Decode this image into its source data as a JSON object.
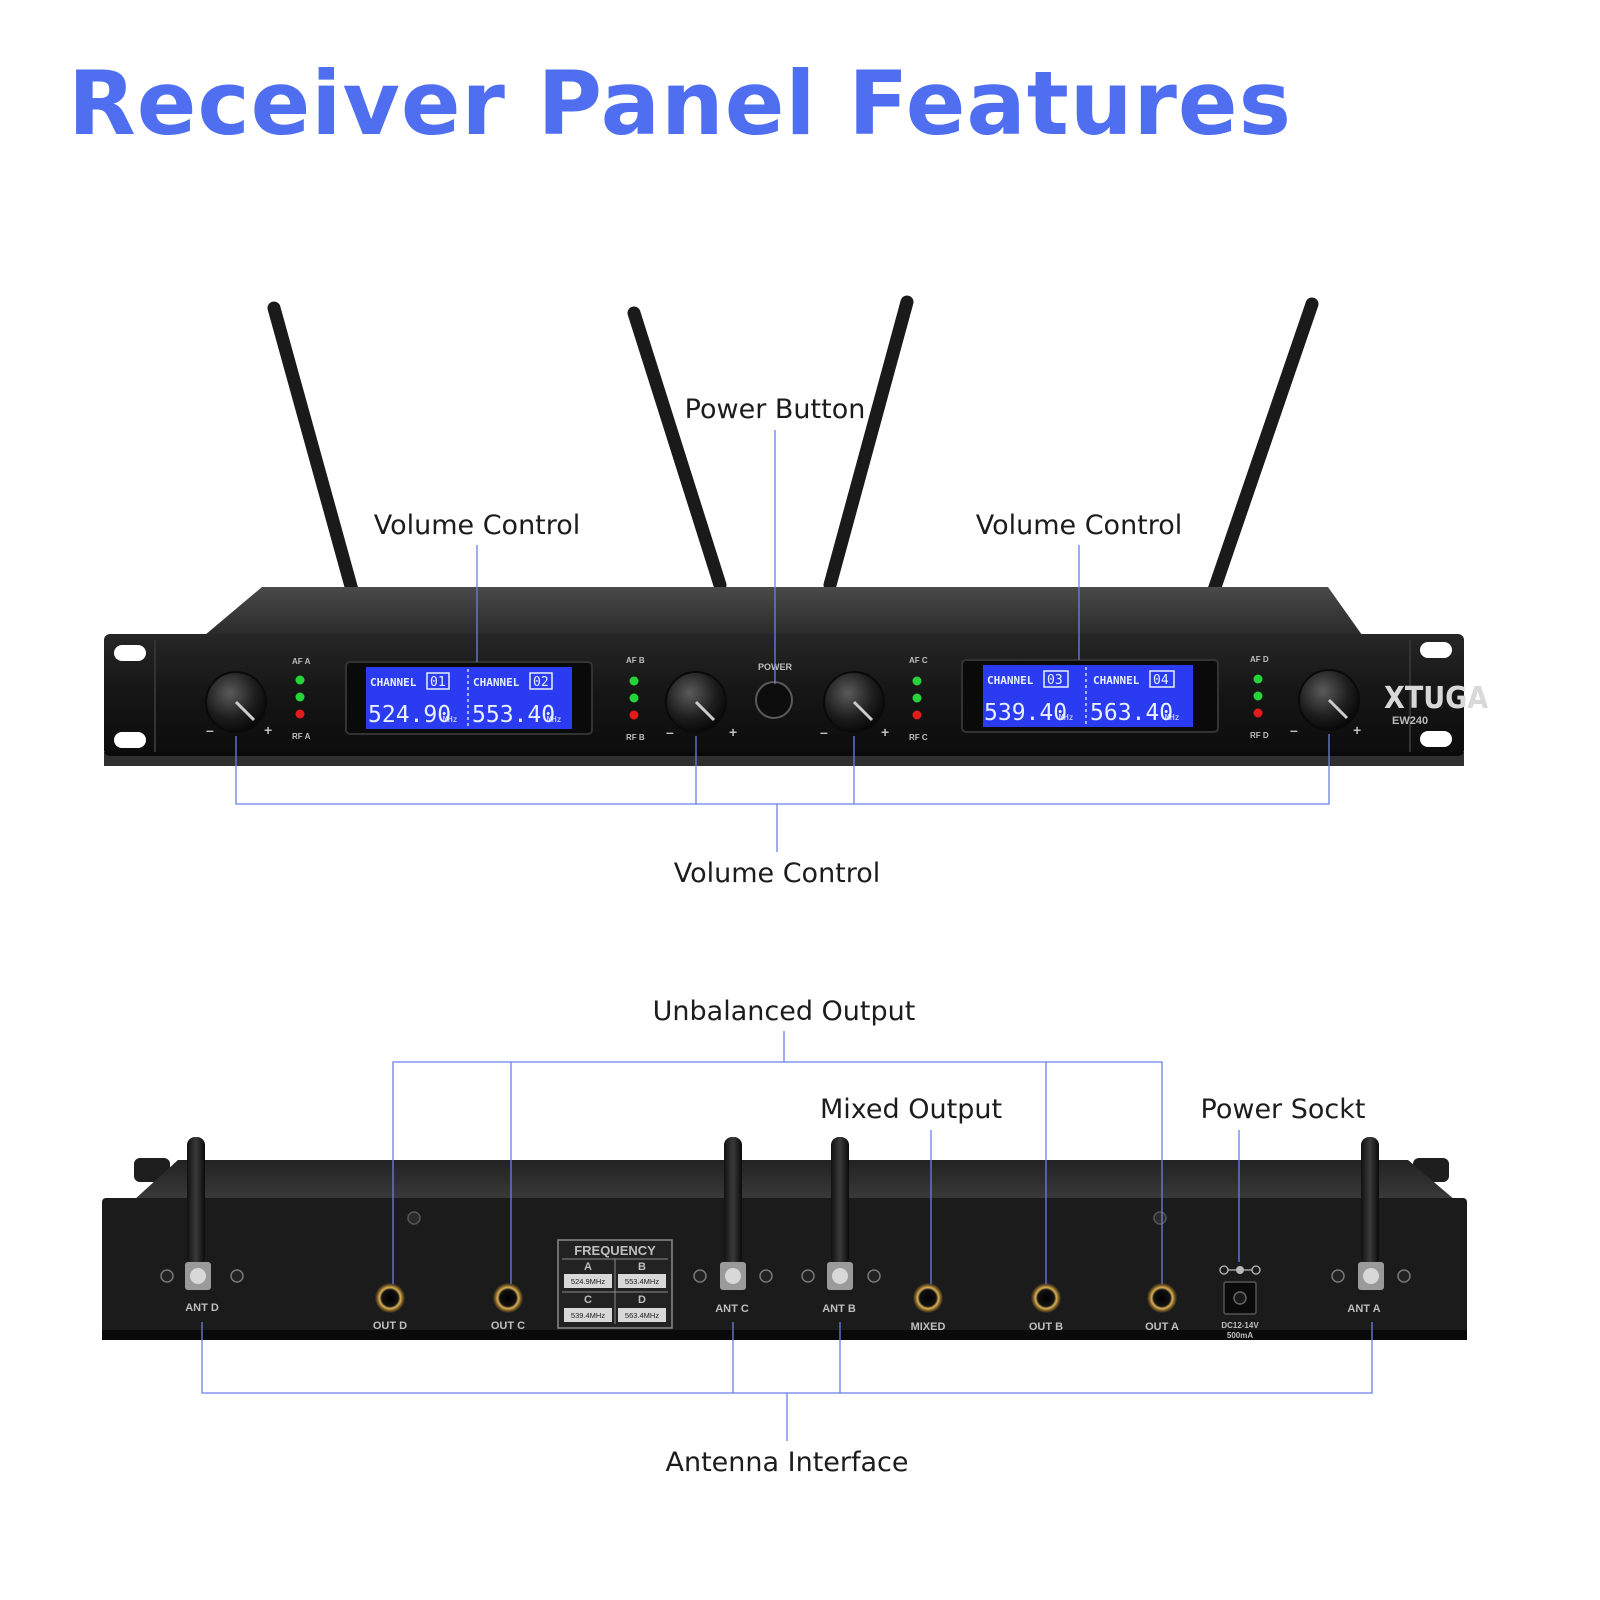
{
  "title": "Receiver Panel Features",
  "front_callouts": {
    "power_button": "Power Button",
    "volume_control_left": "Volume Control",
    "volume_control_right": "Volume Control",
    "volume_control_bottom": "Volume Control"
  },
  "rear_callouts": {
    "unbalanced_output": "Unbalanced Output",
    "mixed_output": "Mixed Output",
    "power_socket": "Power Sockt",
    "antenna_interface": "Antenna Interface"
  },
  "front_panel": {
    "brand": "XTUGA",
    "model": "EW240",
    "power_label": "POWER",
    "af_labels": [
      "AF A",
      "AF B",
      "AF C",
      "AF D"
    ],
    "rf_labels": [
      "RF A",
      "RF B",
      "RF C",
      "RF D"
    ],
    "channel_word": "CHANNEL",
    "channels": [
      {
        "num": "01",
        "freq": "524.90",
        "unit": "MHz"
      },
      {
        "num": "02",
        "freq": "553.40",
        "unit": "MHz"
      },
      {
        "num": "03",
        "freq": "539.40",
        "unit": "MHz"
      },
      {
        "num": "04",
        "freq": "563.40",
        "unit": "MHz"
      }
    ],
    "knob_minus": "–",
    "knob_plus": "+"
  },
  "rear_panel": {
    "frequency_table": {
      "title": "FREQUENCY",
      "headers": [
        "A",
        "B",
        "C",
        "D"
      ],
      "values": [
        "524.9MHz",
        "553.4MHz",
        "539.4MHz",
        "563.4MHz"
      ]
    },
    "port_labels": {
      "ant_d": "ANT D",
      "out_d": "OUT D",
      "out_c": "OUT C",
      "ant_c": "ANT C",
      "ant_b": "ANT B",
      "mixed": "MIXED",
      "out_b": "OUT B",
      "out_a": "OUT A",
      "dc_line1": "DC12-14V",
      "dc_line2": "500mA",
      "ant_a": "ANT A"
    }
  },
  "colors": {
    "title": "#4f6ff0",
    "callout_line": "#6a7fe8",
    "lcd": "#2a3bf2",
    "led_green": "#26d43a",
    "led_red": "#e21b1b",
    "chassis": "#1b1b1b"
  }
}
